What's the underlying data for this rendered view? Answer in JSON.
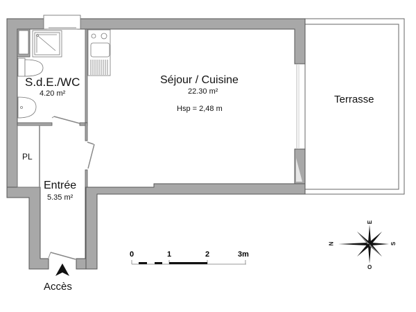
{
  "plan": {
    "rooms": [
      {
        "name": "S.d.E./WC",
        "area": "4.20 m²"
      },
      {
        "name": "Séjour / Cuisine",
        "area": "22.30 m²",
        "height_label": "Hsp =  2,48 m"
      },
      {
        "name": "Terrasse"
      },
      {
        "name": "Entrée",
        "area": "5.35 m²"
      },
      {
        "name": "PL"
      }
    ],
    "access_label": "Accès"
  },
  "scale_bar": {
    "ticks": [
      "0",
      "1",
      "2",
      "3m"
    ]
  },
  "compass": {
    "north": "N",
    "east": "E",
    "south": "S",
    "west": "O"
  },
  "colors": {
    "wall_fill": "#a8a8a8",
    "wall_stroke": "#555555",
    "line": "#777777"
  }
}
